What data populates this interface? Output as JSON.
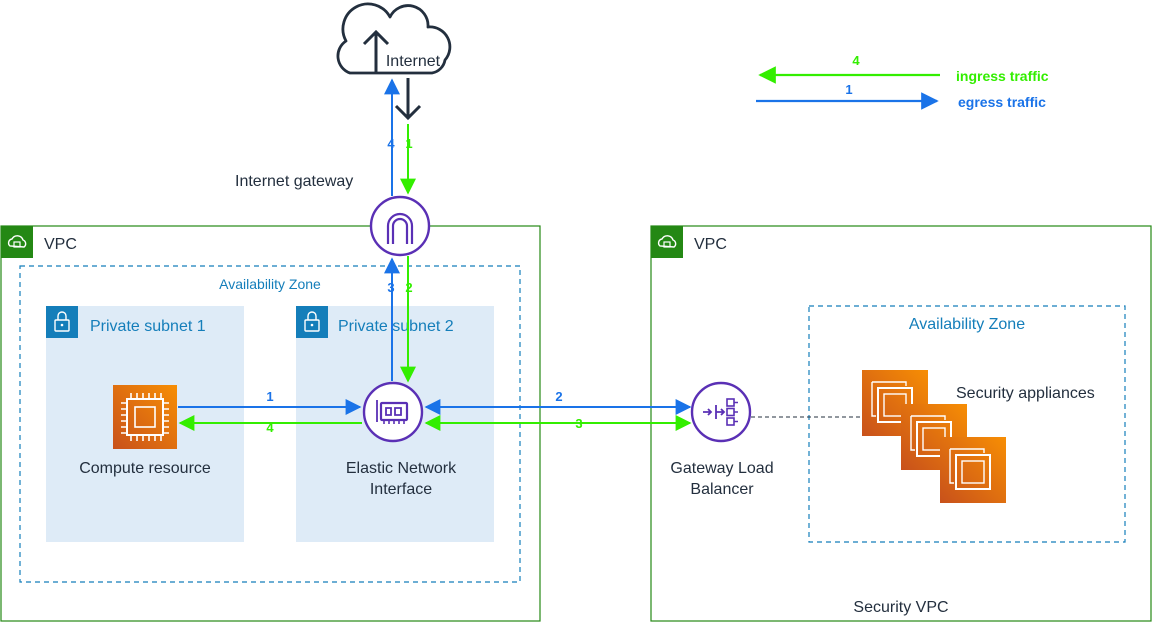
{
  "internet": {
    "label": "Internet"
  },
  "internet_gateway": {
    "label": "Internet gateway"
  },
  "legend": {
    "ingress": {
      "label": "ingress traffic",
      "step": "4",
      "color": "#33ee00"
    },
    "egress": {
      "label": "egress traffic",
      "step": "1",
      "color": "#1a73e8"
    }
  },
  "app_vpc": {
    "label": "VPC",
    "az_label": "Availability Zone",
    "subnet1": {
      "label": "Private subnet 1"
    },
    "subnet2": {
      "label": "Private subnet 2"
    },
    "compute": {
      "label": "Compute resource"
    },
    "eni": {
      "line1": "Elastic Network",
      "line2": "Interface"
    }
  },
  "security_vpc": {
    "label": "VPC",
    "footer": "Security VPC",
    "az_label": "Availability Zone",
    "gwlb": {
      "line1": "Gateway Load",
      "line2": "Balancer"
    },
    "appliances": {
      "label": "Security appliances"
    }
  },
  "flow_steps": {
    "igw_up_egress": "4",
    "igw_down_ingress": "1",
    "eni_up_egress": "3",
    "eni_down_ingress": "2",
    "compute_to_eni": "1",
    "eni_to_compute": "4",
    "eni_to_gwlb": "2",
    "gwlb_to_eni": "3"
  },
  "colors": {
    "vpc_border": "#248814",
    "az_border": "#147eba",
    "subnet_fill": "#deebf7",
    "subnet_text": "#147eba",
    "compute_orange": "#e7620e",
    "purple_icon": "#5a30b5",
    "egress_blue": "#1a73e8",
    "ingress_green": "#33ee00"
  }
}
